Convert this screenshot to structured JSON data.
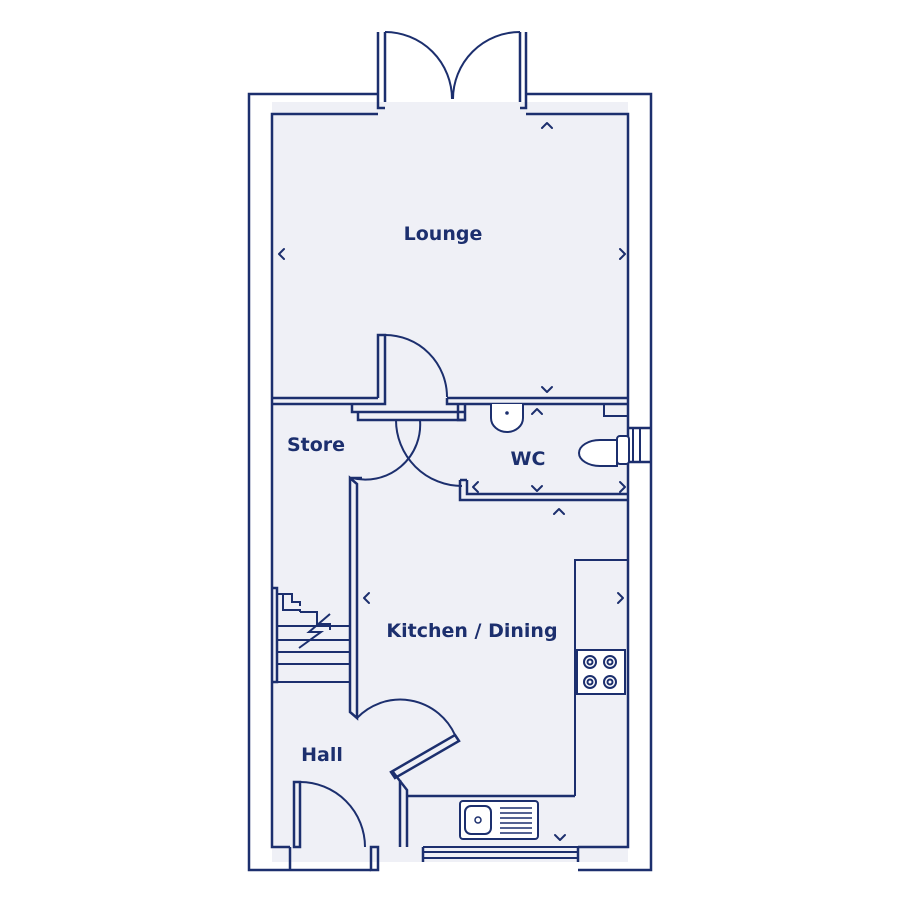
{
  "colors": {
    "wall": "#1c2f6e",
    "floor": "#eff0f6",
    "background": "#ffffff"
  },
  "rooms": {
    "lounge": "Lounge",
    "store": "Store",
    "wc": "WC",
    "kitchen_dining": "Kitchen / Dining",
    "hall": "Hall"
  },
  "icons": [
    "french-doors-icon",
    "door-swing-icon",
    "stairs-icon",
    "toilet-icon",
    "basin-icon",
    "hob-icon",
    "sink-icon",
    "dimension-marker-icon"
  ]
}
